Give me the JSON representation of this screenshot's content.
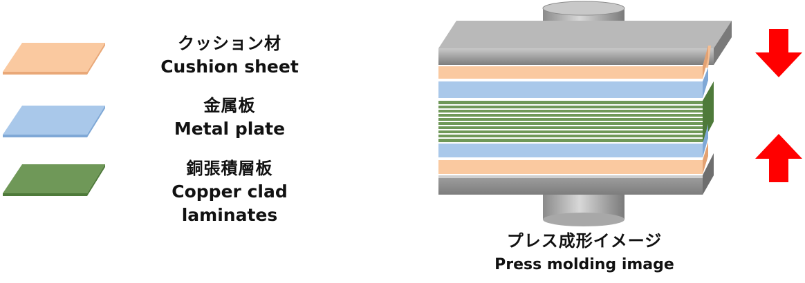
{
  "legend": [
    {
      "jp": "クッション材",
      "en": "Cushion sheet",
      "color_top": "#FAC9A0",
      "color_side": "#E9A878"
    },
    {
      "jp": "金属板",
      "en": "Metal plate",
      "color_top": "#A9C8EA",
      "color_side": "#7FA8D6"
    },
    {
      "jp": "銅張積層板",
      "en": "Copper clad laminates",
      "color_top": "#6F9858",
      "color_side": "#4E7A3A"
    }
  ],
  "caption": {
    "jp": "プレス成形イメージ",
    "en": "Press molding image"
  },
  "colors": {
    "press_plate": "#9A9A9A",
    "press_dark": "#6E6E6E",
    "cylinder": "#B8B8B8",
    "arrow": "#FF0000"
  }
}
